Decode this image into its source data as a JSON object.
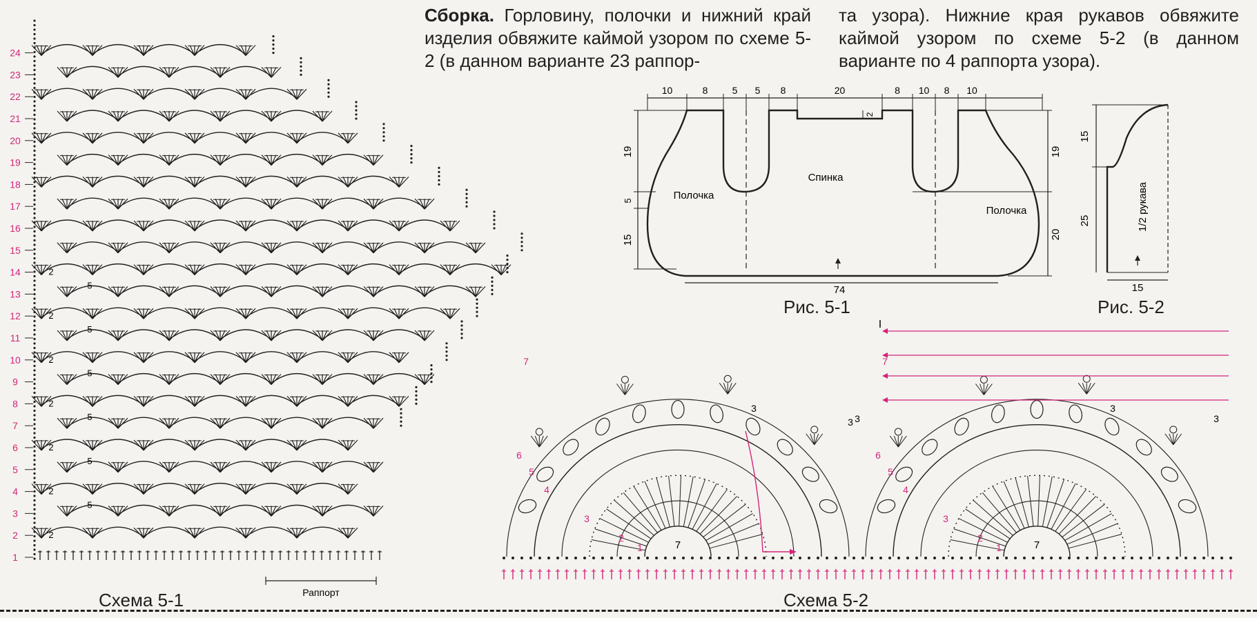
{
  "assembly": {
    "heading": "Сборка.",
    "col1": "Горловину, полочки и нижний край изделия обвяжите каймой узором по схеме 5-2 (в данном варианте 23 раппор-",
    "col2": "та узора). Нижние края рукавов обвяжите каймой узором по схеме 5-2 (в данном варианте по 4 раппорта узора)."
  },
  "schema51": {
    "caption": "Схема 5-1",
    "rapport_label": "Раппорт",
    "row_numbers": [
      "1",
      "2",
      "3",
      "4",
      "5",
      "6",
      "7",
      "8",
      "9",
      "10",
      "11",
      "12",
      "13",
      "14",
      "15",
      "16",
      "17",
      "18",
      "19",
      "20",
      "21",
      "22",
      "23",
      "24"
    ],
    "row_number_color": "#d4237a",
    "chain_counts": [
      "2",
      "5",
      "2",
      "5",
      "2",
      "5",
      "2",
      "5"
    ]
  },
  "fig51": {
    "caption": "Рис. 5-1",
    "label_back": "Спинка",
    "label_front_left": "Полочка",
    "label_front_right": "Полочка",
    "top_dims": [
      "10",
      "8",
      "5",
      "5",
      "8",
      "20",
      "8",
      "10",
      "8",
      "10"
    ],
    "neck_depth": "2",
    "left_dims": [
      "19",
      "5",
      "15"
    ],
    "right_dims": [
      "19",
      "20"
    ],
    "bottom_dim": "74"
  },
  "fig52": {
    "caption": "Рис. 5-2",
    "label": "1/2 рукава",
    "left_dims": [
      "15",
      "25"
    ],
    "bottom_dim": "15"
  },
  "schema52": {
    "caption": "Схема 5-2",
    "row_labels": [
      "1",
      "2",
      "3",
      "4",
      "5",
      "6",
      "7"
    ],
    "chain_labels": [
      "7",
      "3",
      "3",
      "3",
      "3",
      "3"
    ],
    "repeat_mark": "I",
    "accent_color": "#d4237a"
  }
}
